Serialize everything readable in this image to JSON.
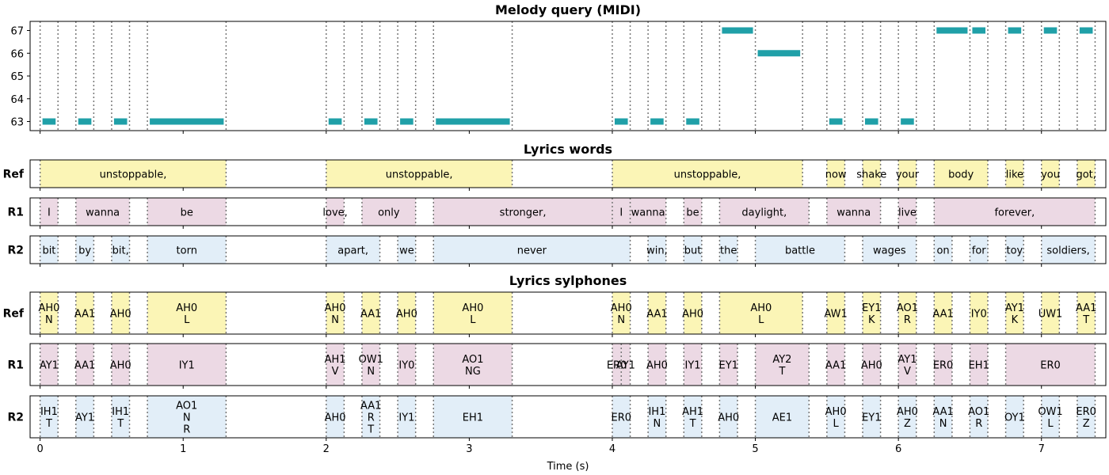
{
  "chart_data": [
    {
      "type": "piano-roll",
      "title": "Melody query (MIDI)",
      "ylim": [
        62.6,
        67.4
      ],
      "yticks": [
        63,
        64,
        65,
        66,
        67
      ],
      "color": "#20a0a8",
      "notes": [
        {
          "start": 0.0,
          "end": 0.125,
          "pitch": 63
        },
        {
          "start": 0.25,
          "end": 0.375,
          "pitch": 63
        },
        {
          "start": 0.5,
          "end": 0.625,
          "pitch": 63
        },
        {
          "start": 0.75,
          "end": 1.3,
          "pitch": 63
        },
        {
          "start": 2.0,
          "end": 2.125,
          "pitch": 63
        },
        {
          "start": 2.25,
          "end": 2.375,
          "pitch": 63
        },
        {
          "start": 2.5,
          "end": 2.625,
          "pitch": 63
        },
        {
          "start": 2.75,
          "end": 3.3,
          "pitch": 63
        },
        {
          "start": 4.0,
          "end": 4.125,
          "pitch": 63
        },
        {
          "start": 4.25,
          "end": 4.375,
          "pitch": 63
        },
        {
          "start": 4.5,
          "end": 4.625,
          "pitch": 63
        },
        {
          "start": 4.75,
          "end": 5.0,
          "pitch": 67
        },
        {
          "start": 5.0,
          "end": 5.33,
          "pitch": 66
        },
        {
          "start": 5.5,
          "end": 5.625,
          "pitch": 63
        },
        {
          "start": 5.75,
          "end": 5.875,
          "pitch": 63
        },
        {
          "start": 6.0,
          "end": 6.125,
          "pitch": 63
        },
        {
          "start": 6.25,
          "end": 6.5,
          "pitch": 67
        },
        {
          "start": 6.5,
          "end": 6.625,
          "pitch": 67
        },
        {
          "start": 6.75,
          "end": 6.875,
          "pitch": 67
        },
        {
          "start": 7.0,
          "end": 7.125,
          "pitch": 67
        },
        {
          "start": 7.25,
          "end": 7.375,
          "pitch": 67
        }
      ]
    },
    {
      "type": "segments",
      "title": "Lyrics words",
      "rows": [
        {
          "label": "Ref",
          "color": "#fbf5b6",
          "segments": [
            {
              "start": 0.0,
              "end": 1.3,
              "text": "unstoppable,"
            },
            {
              "start": 2.0,
              "end": 3.3,
              "text": "unstoppable,"
            },
            {
              "start": 4.0,
              "end": 5.33,
              "text": "unstoppable,"
            },
            {
              "start": 5.5,
              "end": 5.625,
              "text": "now"
            },
            {
              "start": 5.75,
              "end": 5.875,
              "text": "shake"
            },
            {
              "start": 6.0,
              "end": 6.125,
              "text": "your"
            },
            {
              "start": 6.25,
              "end": 6.625,
              "text": "body"
            },
            {
              "start": 6.75,
              "end": 6.875,
              "text": "like"
            },
            {
              "start": 7.0,
              "end": 7.125,
              "text": "you"
            },
            {
              "start": 7.25,
              "end": 7.375,
              "text": "got,"
            }
          ]
        },
        {
          "label": "R1",
          "color": "#ecd9e4",
          "segments": [
            {
              "start": 0.0,
              "end": 0.125,
              "text": "I"
            },
            {
              "start": 0.25,
              "end": 0.625,
              "text": "wanna"
            },
            {
              "start": 0.75,
              "end": 1.3,
              "text": "be"
            },
            {
              "start": 2.0,
              "end": 2.125,
              "text": "love,"
            },
            {
              "start": 2.25,
              "end": 2.625,
              "text": "only"
            },
            {
              "start": 2.75,
              "end": 4.0,
              "text": "stronger,"
            },
            {
              "start": 4.0,
              "end": 4.125,
              "text": "I"
            },
            {
              "start": 4.125,
              "end": 4.375,
              "text": "wanna"
            },
            {
              "start": 4.5,
              "end": 4.625,
              "text": "be"
            },
            {
              "start": 4.75,
              "end": 5.375,
              "text": "daylight,"
            },
            {
              "start": 5.5,
              "end": 5.875,
              "text": "wanna"
            },
            {
              "start": 6.0,
              "end": 6.125,
              "text": "live"
            },
            {
              "start": 6.25,
              "end": 7.375,
              "text": "forever,"
            }
          ]
        },
        {
          "label": "R2",
          "color": "#e2eef8",
          "segments": [
            {
              "start": 0.0,
              "end": 0.125,
              "text": "bit"
            },
            {
              "start": 0.25,
              "end": 0.375,
              "text": "by"
            },
            {
              "start": 0.5,
              "end": 0.625,
              "text": "bit,"
            },
            {
              "start": 0.75,
              "end": 1.3,
              "text": "torn"
            },
            {
              "start": 2.0,
              "end": 2.375,
              "text": "apart,"
            },
            {
              "start": 2.5,
              "end": 2.625,
              "text": "we"
            },
            {
              "start": 2.75,
              "end": 4.125,
              "text": "never"
            },
            {
              "start": 4.25,
              "end": 4.375,
              "text": "win,"
            },
            {
              "start": 4.5,
              "end": 4.625,
              "text": "but"
            },
            {
              "start": 4.75,
              "end": 4.875,
              "text": "the"
            },
            {
              "start": 5.0,
              "end": 5.625,
              "text": "battle"
            },
            {
              "start": 5.75,
              "end": 6.125,
              "text": "wages"
            },
            {
              "start": 6.25,
              "end": 6.375,
              "text": "on"
            },
            {
              "start": 6.5,
              "end": 6.625,
              "text": "for"
            },
            {
              "start": 6.75,
              "end": 6.875,
              "text": "toy"
            },
            {
              "start": 7.0,
              "end": 7.375,
              "text": "soldiers,"
            }
          ]
        }
      ]
    },
    {
      "type": "segments",
      "title": "Lyrics sylphones",
      "rows": [
        {
          "label": "Ref",
          "color": "#fbf5b6",
          "segments": [
            {
              "start": 0.0,
              "end": 0.125,
              "text": "AH0\nN"
            },
            {
              "start": 0.25,
              "end": 0.375,
              "text": "AA1"
            },
            {
              "start": 0.5,
              "end": 0.625,
              "text": "AH0"
            },
            {
              "start": 0.75,
              "end": 1.3,
              "text": "AH0\nL"
            },
            {
              "start": 2.0,
              "end": 2.125,
              "text": "AH0\nN"
            },
            {
              "start": 2.25,
              "end": 2.375,
              "text": "AA1"
            },
            {
              "start": 2.5,
              "end": 2.625,
              "text": "AH0"
            },
            {
              "start": 2.75,
              "end": 3.3,
              "text": "AH0\nL"
            },
            {
              "start": 4.0,
              "end": 4.125,
              "text": "AH0\nN"
            },
            {
              "start": 4.25,
              "end": 4.375,
              "text": "AA1"
            },
            {
              "start": 4.5,
              "end": 4.625,
              "text": "AH0"
            },
            {
              "start": 4.75,
              "end": 5.33,
              "text": "AH0\nL"
            },
            {
              "start": 5.5,
              "end": 5.625,
              "text": "AW1"
            },
            {
              "start": 5.75,
              "end": 5.875,
              "text": "EY1\nK"
            },
            {
              "start": 6.0,
              "end": 6.125,
              "text": "AO1\nR"
            },
            {
              "start": 6.25,
              "end": 6.375,
              "text": "AA1"
            },
            {
              "start": 6.5,
              "end": 6.625,
              "text": "IY0"
            },
            {
              "start": 6.75,
              "end": 6.875,
              "text": "AY1\nK"
            },
            {
              "start": 7.0,
              "end": 7.125,
              "text": "UW1"
            },
            {
              "start": 7.25,
              "end": 7.375,
              "text": "AA1\nT"
            }
          ]
        },
        {
          "label": "R1",
          "color": "#ecd9e4",
          "segments": [
            {
              "start": 0.0,
              "end": 0.125,
              "text": "AY1"
            },
            {
              "start": 0.25,
              "end": 0.375,
              "text": "AA1"
            },
            {
              "start": 0.5,
              "end": 0.625,
              "text": "AH0"
            },
            {
              "start": 0.75,
              "end": 1.3,
              "text": "IY1"
            },
            {
              "start": 2.0,
              "end": 2.125,
              "text": "AH1\nV"
            },
            {
              "start": 2.25,
              "end": 2.375,
              "text": "OW1\nN"
            },
            {
              "start": 2.5,
              "end": 2.625,
              "text": "IY0"
            },
            {
              "start": 2.75,
              "end": 3.3,
              "text": "AO1\nNG"
            },
            {
              "start": 4.0,
              "end": 4.0625,
              "text": "ER0"
            },
            {
              "start": 4.0625,
              "end": 4.125,
              "text": "AY1"
            },
            {
              "start": 4.25,
              "end": 4.375,
              "text": "AH0"
            },
            {
              "start": 4.5,
              "end": 4.625,
              "text": "IY1"
            },
            {
              "start": 4.75,
              "end": 4.875,
              "text": "EY1"
            },
            {
              "start": 5.0,
              "end": 5.375,
              "text": "AY2\nT"
            },
            {
              "start": 5.5,
              "end": 5.625,
              "text": "AA1"
            },
            {
              "start": 5.75,
              "end": 5.875,
              "text": "AH0"
            },
            {
              "start": 6.0,
              "end": 6.125,
              "text": "AY1\nV"
            },
            {
              "start": 6.25,
              "end": 6.375,
              "text": "ER0"
            },
            {
              "start": 6.5,
              "end": 6.625,
              "text": "EH1"
            },
            {
              "start": 6.75,
              "end": 7.375,
              "text": "ER0"
            }
          ]
        },
        {
          "label": "R2",
          "color": "#e2eef8",
          "segments": [
            {
              "start": 0.0,
              "end": 0.125,
              "text": "IH1\nT"
            },
            {
              "start": 0.25,
              "end": 0.375,
              "text": "AY1"
            },
            {
              "start": 0.5,
              "end": 0.625,
              "text": "IH1\nT"
            },
            {
              "start": 0.75,
              "end": 1.3,
              "text": "AO1\nN\nR"
            },
            {
              "start": 2.0,
              "end": 2.125,
              "text": "AH0"
            },
            {
              "start": 2.25,
              "end": 2.375,
              "text": "AA1\nR\nT"
            },
            {
              "start": 2.5,
              "end": 2.625,
              "text": "IY1"
            },
            {
              "start": 2.75,
              "end": 3.3,
              "text": "EH1"
            },
            {
              "start": 4.0,
              "end": 4.125,
              "text": "ER0"
            },
            {
              "start": 4.25,
              "end": 4.375,
              "text": "IH1\nN"
            },
            {
              "start": 4.5,
              "end": 4.625,
              "text": "AH1\nT"
            },
            {
              "start": 4.75,
              "end": 4.875,
              "text": "AH0"
            },
            {
              "start": 5.0,
              "end": 5.375,
              "text": "AE1"
            },
            {
              "start": 5.5,
              "end": 5.625,
              "text": "AH0\nL"
            },
            {
              "start": 5.75,
              "end": 5.875,
              "text": "EY1"
            },
            {
              "start": 6.0,
              "end": 6.125,
              "text": "AH0\nZ"
            },
            {
              "start": 6.25,
              "end": 6.375,
              "text": "AA1\nN"
            },
            {
              "start": 6.5,
              "end": 6.625,
              "text": "AO1\nR"
            },
            {
              "start": 6.75,
              "end": 6.875,
              "text": "OY1"
            },
            {
              "start": 7.0,
              "end": 7.125,
              "text": "OW1\nL"
            },
            {
              "start": 7.25,
              "end": 7.375,
              "text": "ER0\nZ"
            }
          ]
        }
      ]
    }
  ],
  "x_axis": {
    "label": "Time (s)",
    "xlim": [
      -0.07,
      7.45
    ],
    "ticks": [
      0,
      1,
      2,
      3,
      4,
      5,
      6,
      7
    ]
  },
  "colors": {
    "note": "#20a0a8",
    "ref": "#fbf5b6",
    "r1": "#ecd9e4",
    "r2": "#e2eef8",
    "boundary": "#777777"
  }
}
